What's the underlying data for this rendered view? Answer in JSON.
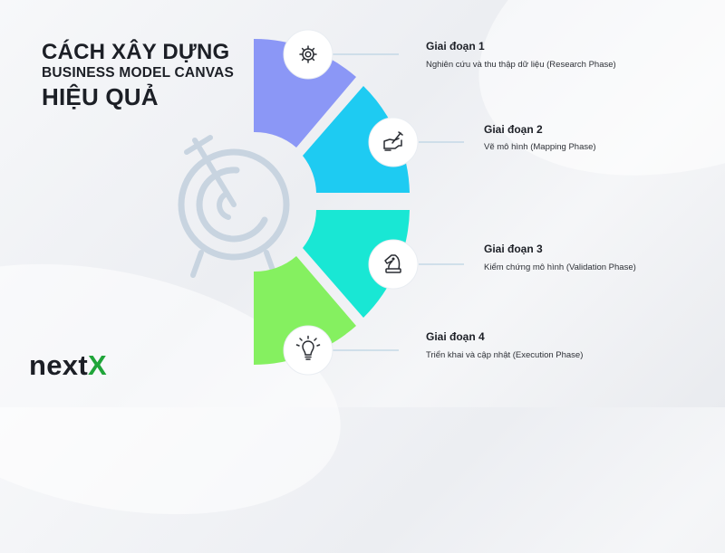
{
  "title": {
    "line1": "CÁCH XÂY DỰNG",
    "line2": "BUSINESS MODEL CANVAS",
    "line3": "HIỆU QUẢ"
  },
  "logo": {
    "main": "next",
    "accent": "X",
    "accent_color": "#20a53a"
  },
  "stages": [
    {
      "title": "Giai đoạn 1",
      "desc": "Nghiên cứu và thu thập dữ liệu (Research Phase)",
      "icon": "gear-icon",
      "color": "#8b97f6"
    },
    {
      "title": "Giai đoạn 2",
      "desc": "Vẽ mô hình (Mapping Phase)",
      "icon": "hand-writing-icon",
      "color": "#1ecbf2"
    },
    {
      "title": "Giai đoạn 3",
      "desc": "Kiểm chứng mô hình (Validation Phase)",
      "icon": "chess-knight-icon",
      "color": "#19e7d4"
    },
    {
      "title": "Giai đoạn 4",
      "desc": "Triển khai và cập nhật (Execution Phase)",
      "icon": "lightbulb-icon",
      "color": "#85f060"
    }
  ]
}
